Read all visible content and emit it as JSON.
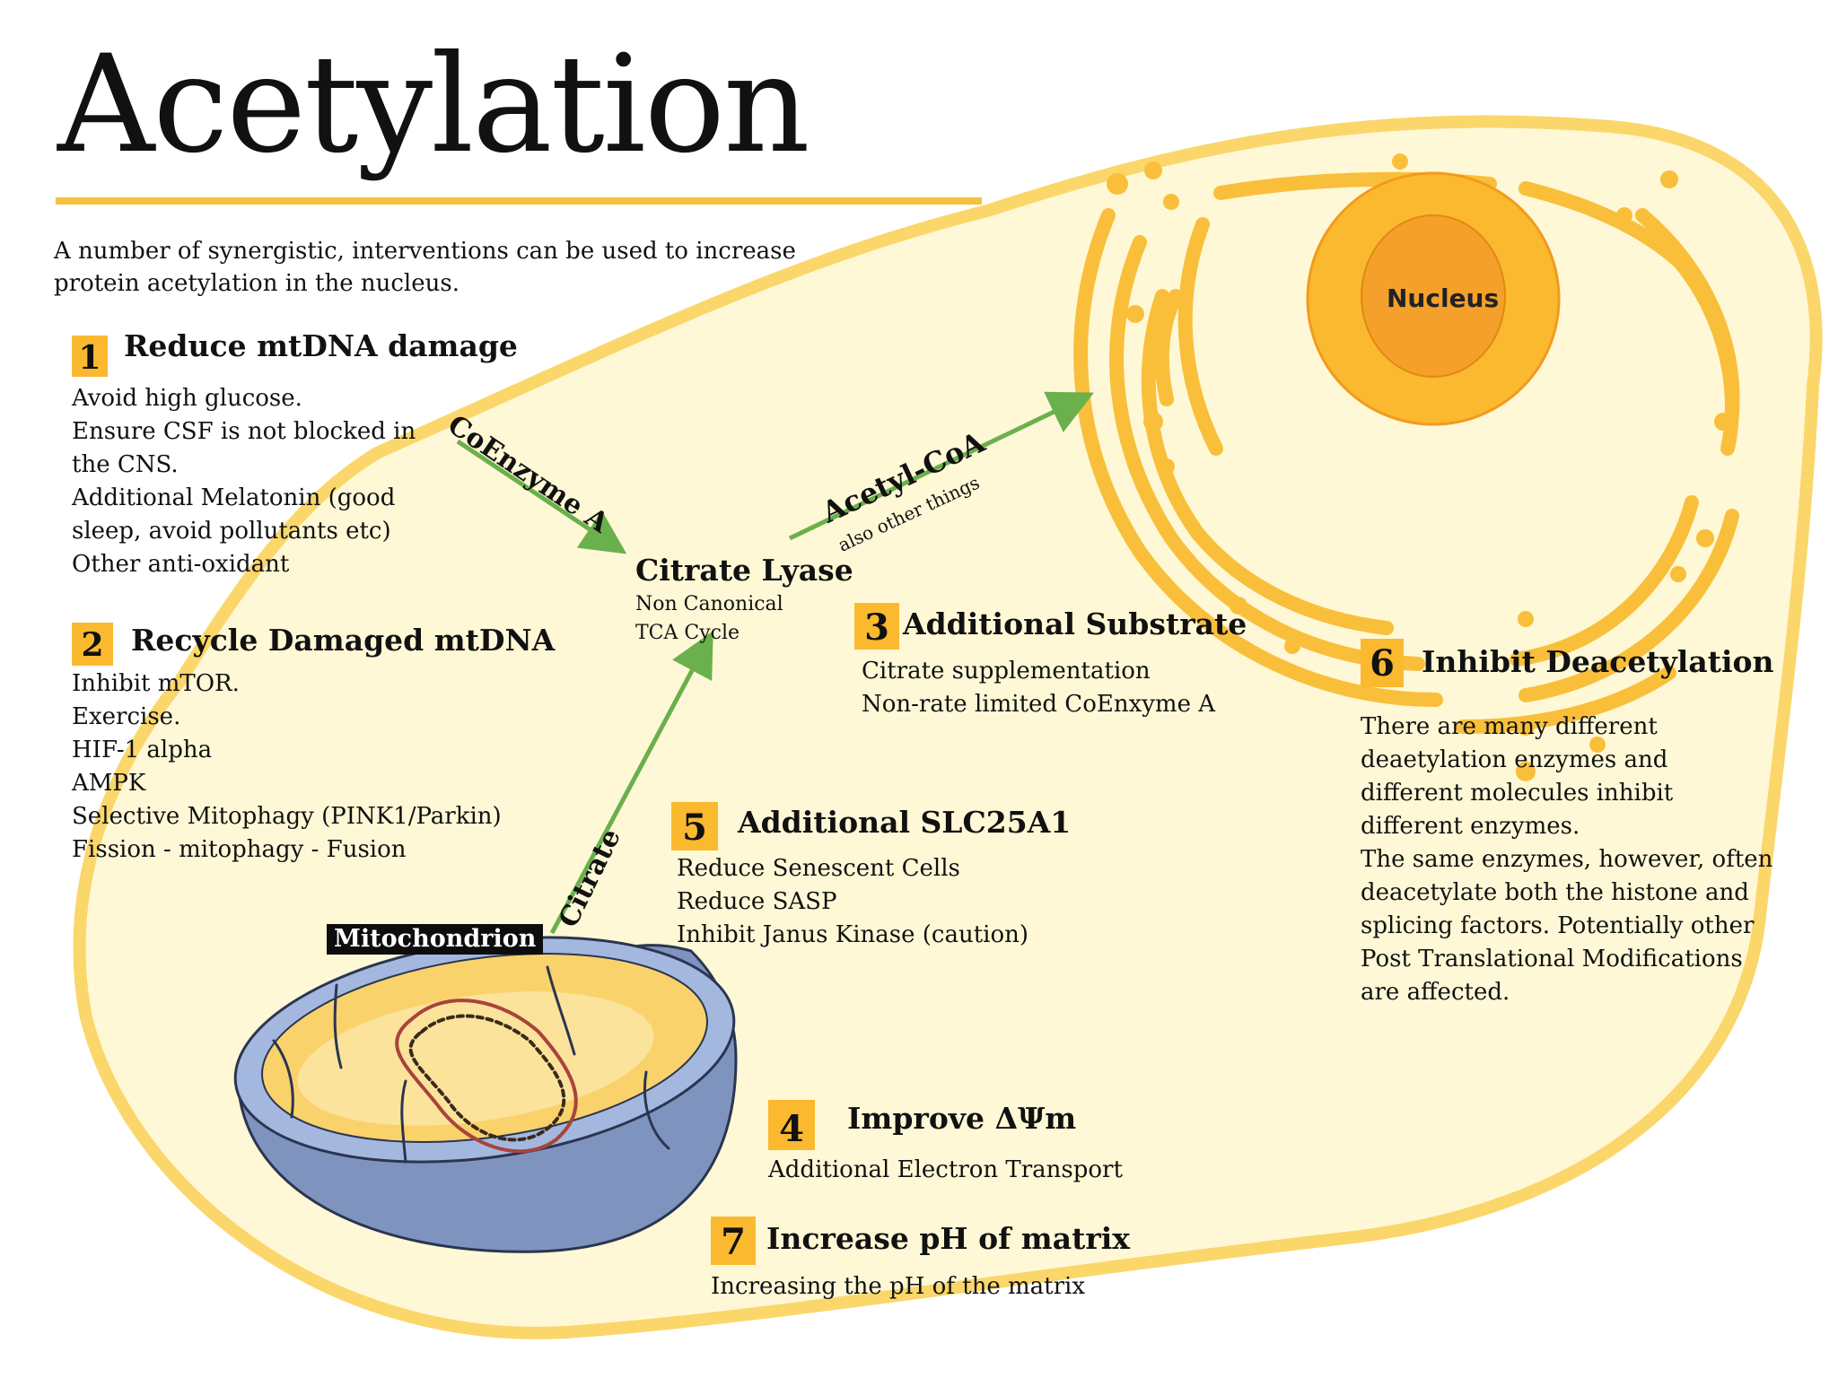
{
  "title": "Acetylation",
  "intro": "A number of synergistic, interventions can be used to increase protein acetylation in the nucleus.",
  "colors": {
    "accent": "#fbb930",
    "cell_fill": "#fff8d6",
    "cell_border": "#fbd66a",
    "arrow": "#6ab04c",
    "mito_blue": "#7f93bf"
  },
  "labels": {
    "nucleus": "Nucleus",
    "mitochondrion": "Mitochondrion",
    "citrate_lyase": "Citrate Lyase",
    "citrate_lyase_sub": [
      "Non Canonical",
      "TCA Cycle"
    ],
    "coenzyme_a": "CoEnzyme A",
    "acetyl_coa": "Acetyl-CoA",
    "acetyl_coa_sub": "also other things",
    "citrate": "Citrate"
  },
  "sections": {
    "s1": {
      "num": "1",
      "title": "Reduce mtDNA damage",
      "lines": [
        "Avoid high glucose.",
        "Ensure CSF is not blocked in",
        "the CNS.",
        "Additional Melatonin (good",
        "sleep, avoid pollutants etc)",
        "Other anti-oxidant"
      ]
    },
    "s2": {
      "num": "2",
      "title": "Recycle Damaged mtDNA",
      "lines": [
        "Inhibit mTOR.",
        "Exercise.",
        "HIF-1 alpha",
        "AMPK",
        "Selective Mitophagy (PINK1/Parkin)",
        "Fission - mitophagy - Fusion"
      ]
    },
    "s3": {
      "num": "3",
      "title": "Additional Substrate",
      "lines": [
        "Citrate supplementation",
        "Non-rate limited CoEnxyme A"
      ]
    },
    "s4": {
      "num": "4",
      "title": "Improve ΔΨm",
      "lines": [
        "Additional Electron Transport"
      ]
    },
    "s5": {
      "num": "5",
      "title": "Additional SLC25A1",
      "lines": [
        "Reduce Senescent Cells",
        "Reduce SASP",
        "Inhibit Janus Kinase (caution)"
      ]
    },
    "s6": {
      "num": "6",
      "title": "Inhibit Deacetylation",
      "lines": [
        "There are many different",
        "deaetylation enzymes and",
        "different molecules inhibit",
        "different enzymes.",
        "The same enzymes, however, often",
        "deacetylate both the histone and",
        "splicing factors.  Potentially other",
        "Post Translational Modifications",
        "are affected."
      ]
    },
    "s7": {
      "num": "7",
      "title": "Increase pH of matrix",
      "lines": [
        "Increasing the pH of the matrix"
      ]
    }
  }
}
